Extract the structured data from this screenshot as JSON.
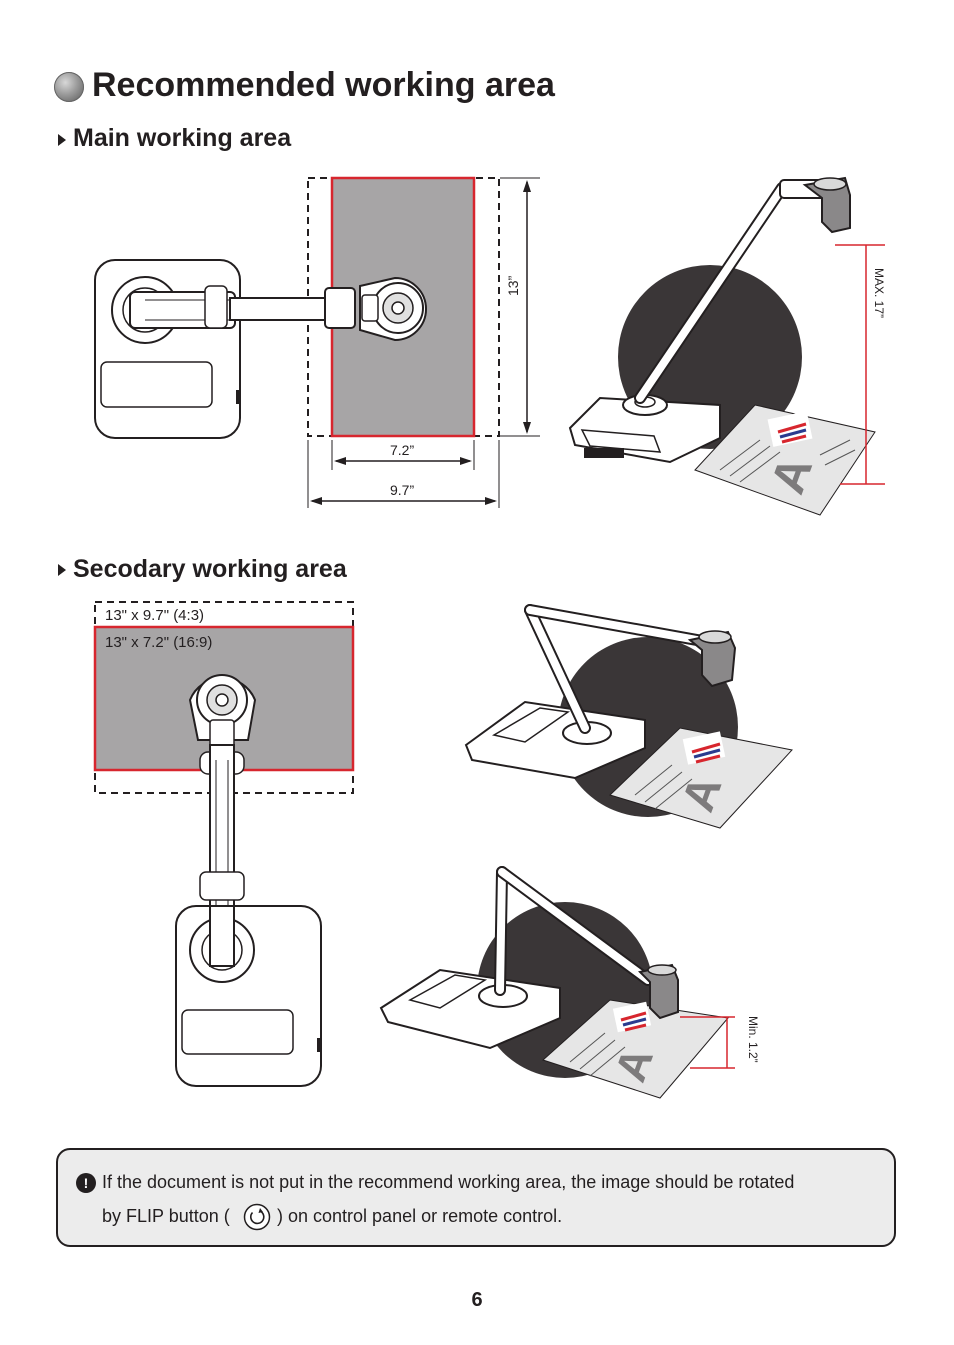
{
  "page": {
    "title": "Recommended working area",
    "page_number": "6"
  },
  "main_area": {
    "heading": "Main working area",
    "dim_height": "13”",
    "dim_inner_width": "7.2”",
    "dim_outer_width": "9.7”",
    "dim_max_height": "MAX. 17”"
  },
  "secondary_area": {
    "heading": "Secodary working area",
    "label_outer": "13\" x 9.7\" (4:3)",
    "label_inner": "13\" x 7.2\" (16:9)",
    "dim_min_height": "Min. 1.2”"
  },
  "note": {
    "line1": "If the document is not put in the recommend working area, the image should be rotated",
    "line2_before": "by FLIP button (",
    "line2_after": ") on control panel or remote control."
  },
  "colors": {
    "highlight_red": "#d7262e",
    "area_gray": "#a7a5a6",
    "dark_circle": "#3a3637"
  },
  "icons": [
    "title-bullet-icon",
    "warning-icon",
    "flip-icon",
    "document-camera-icon"
  ]
}
